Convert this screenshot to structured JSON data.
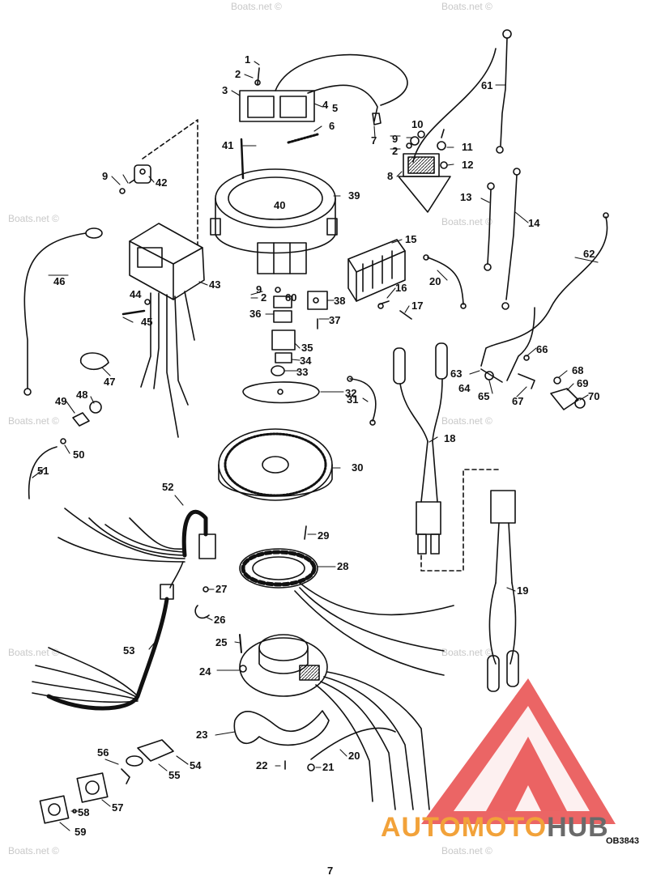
{
  "callouts": [
    "1",
    "2",
    "3",
    "4",
    "5",
    "6",
    "7",
    "8",
    "9",
    "10",
    "11",
    "12",
    "13",
    "14",
    "15",
    "16",
    "17",
    "20",
    "2",
    "9",
    "41",
    "42",
    "39",
    "40",
    "61",
    "46",
    "43",
    "44",
    "45",
    "62",
    "9",
    "2",
    "60",
    "38",
    "36",
    "37",
    "35",
    "34",
    "33",
    "47",
    "49",
    "48",
    "50",
    "51",
    "66",
    "63",
    "64",
    "65",
    "67",
    "68",
    "69",
    "70",
    "32",
    "31",
    "18",
    "30",
    "52",
    "29",
    "28",
    "27",
    "26",
    "19",
    "53",
    "25",
    "24",
    "23",
    "22",
    "21",
    "20",
    "56",
    "54",
    "55",
    "57",
    "58",
    "59"
  ],
  "watermark": "Boats.net ©",
  "brand": {
    "part1": "AUTOMOTO",
    "part2": "HUB"
  },
  "diagram_code": "OB3843",
  "page_number": "7",
  "colors": {
    "line": "#111111",
    "logo_red": "#e84a4a",
    "logo_orange": "#f2a23a",
    "logo_gray": "#6a6a6a"
  }
}
